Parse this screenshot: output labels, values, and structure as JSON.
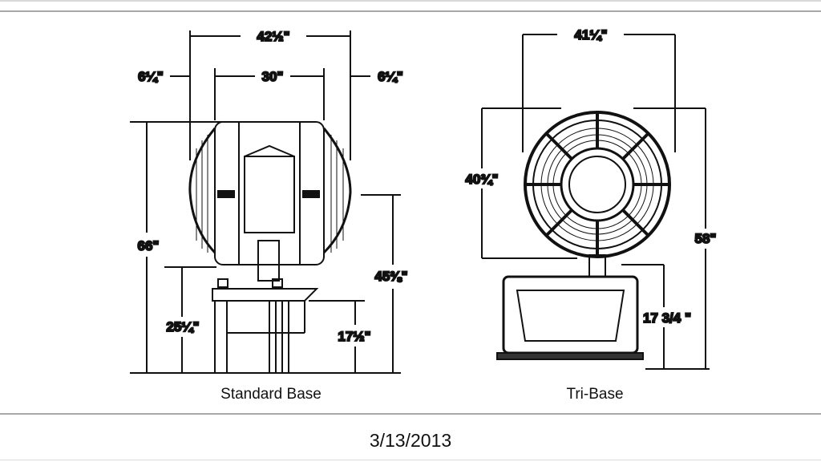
{
  "diagram": {
    "standard_base": {
      "caption": "Standard Base",
      "width_overall": "42½\"",
      "width_drum": "30\"",
      "side_left": "6¼\"",
      "side_right": "6¼\"",
      "height_overall": "66\"",
      "height_base": "25¼\"",
      "height_center": "45⅜\"",
      "height_table": "17½\""
    },
    "tri_base": {
      "caption": "Tri-Base",
      "width_overall": "41¼\"",
      "height_lamp": "40¾\"",
      "height_overall": "58\"",
      "height_base": "17 3/4 \""
    }
  },
  "footer": {
    "date": "3/13/2013"
  }
}
